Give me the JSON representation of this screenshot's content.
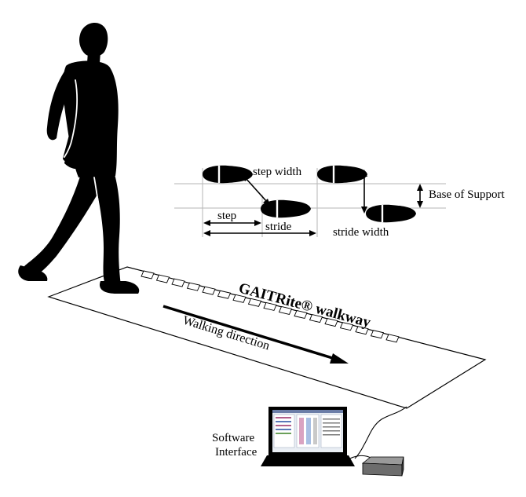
{
  "labels": {
    "step_width": "step width",
    "step": "step",
    "stride": "stride",
    "stride_width": "stride width",
    "base_of_support": "Base of Support",
    "walkway_name": "GAITRite® walkway",
    "walking_direction": "Walking direction",
    "software_line1": "Software",
    "software_line2": "Interface"
  },
  "icons": {
    "walker": "walking-person-silhouette-icon",
    "footprint": "shoe-print-icon",
    "laptop": "laptop-icon",
    "control_box": "interface-box-icon"
  },
  "colors": {
    "ink": "#000000",
    "guide_line": "#b5b5b5",
    "box_top": "#9a9a9a",
    "box_side": "#6d6d6d",
    "screen": "#e9eef4"
  }
}
